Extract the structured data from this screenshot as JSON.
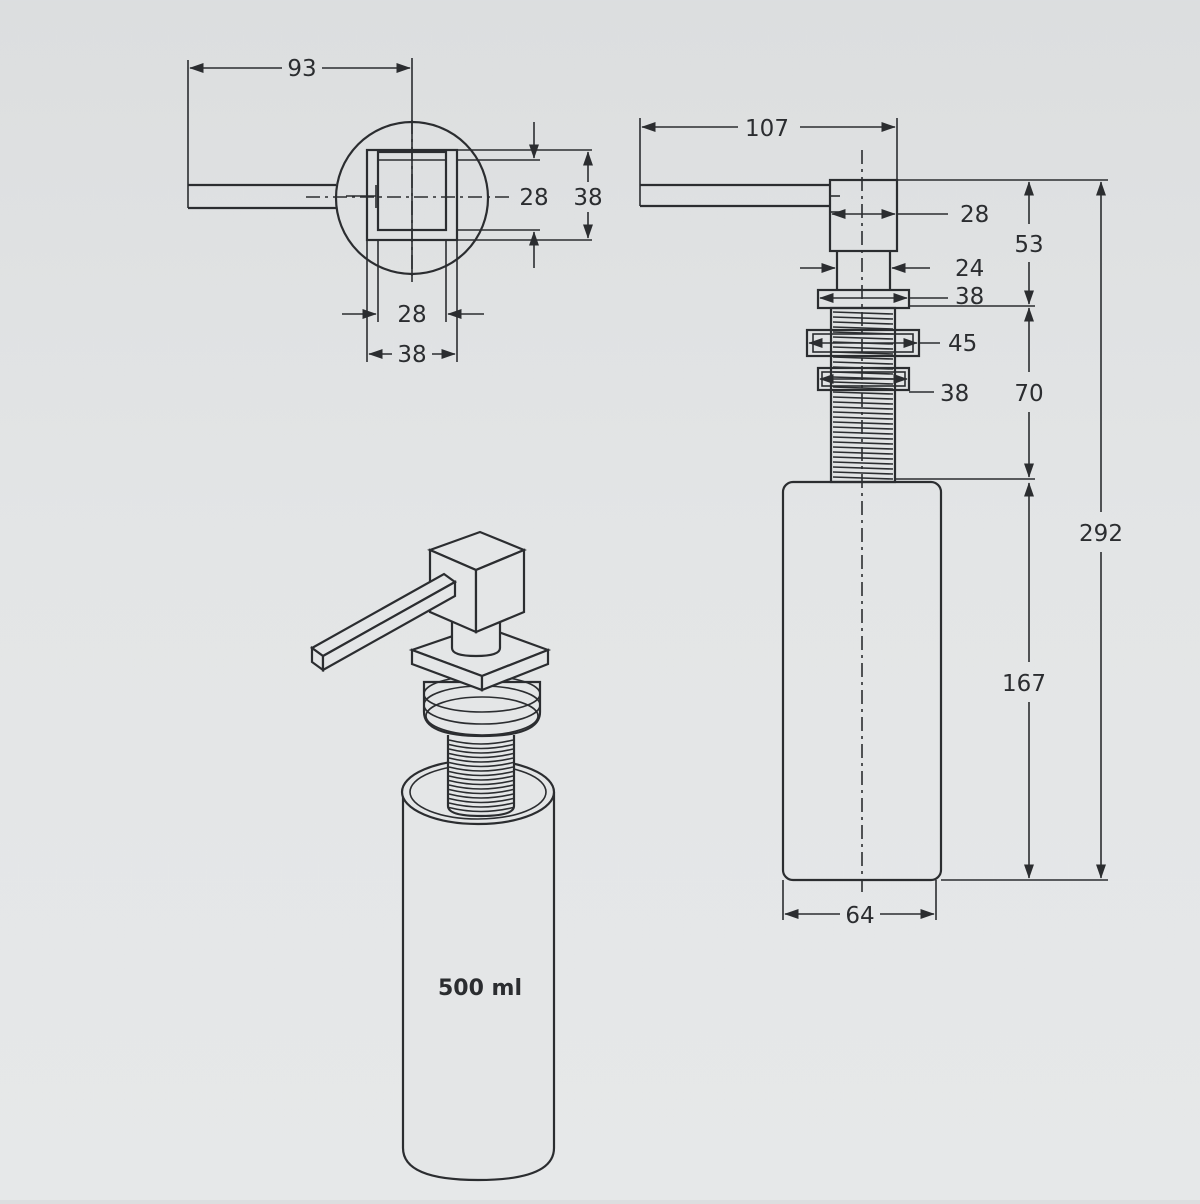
{
  "top_view": {
    "dim_spout_reach": "93",
    "dim_inner_side": "28",
    "dim_outer_side": "38",
    "dim_bottom_inner": "28",
    "dim_bottom_outer": "38"
  },
  "side_view": {
    "dim_spout_length": "107",
    "dim_head_width": "28",
    "dim_neck_width": "24",
    "dim_collar_width": "38",
    "dim_washer_width": "45",
    "dim_nut_width": "38",
    "dim_head_height": "53",
    "dim_thread_height": "70",
    "dim_total_height": "292",
    "dim_bottle_height": "167",
    "dim_bottle_width": "64"
  },
  "iso_view": {
    "capacity_label": "500 ml"
  }
}
